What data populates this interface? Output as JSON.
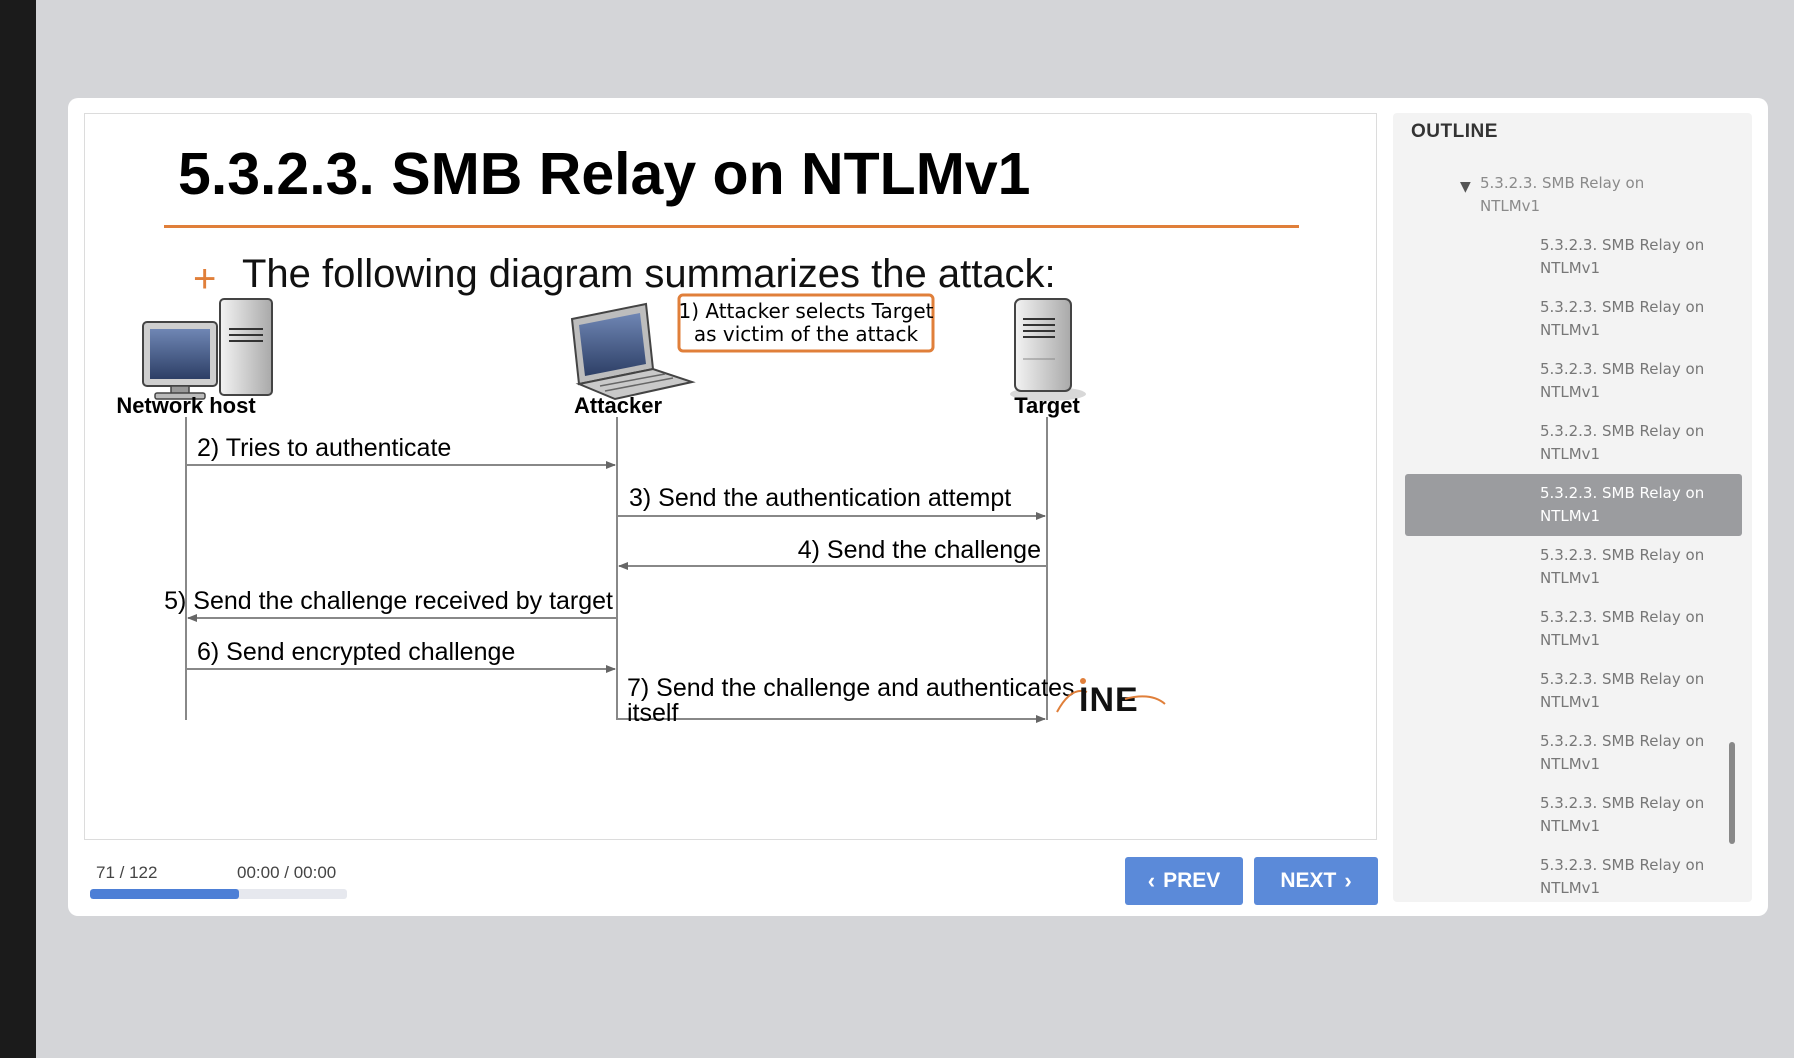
{
  "slide": {
    "title": "5.3.2.3. SMB Relay on NTLMv1",
    "bullet_marker": "+",
    "bullet": "The following diagram summarizes the attack:",
    "actors": {
      "network_host": "Network host",
      "attacker": "Attacker",
      "target": "Target"
    },
    "callout": [
      "1) Attacker selects Target",
      "as victim of the attack"
    ],
    "messages": {
      "m2": "2) Tries to authenticate",
      "m3": "3) Send the authentication attempt",
      "m4": "4) Send the challenge",
      "m5": "5) Send the challenge received by target",
      "m6": "6) Send encrypted challenge",
      "m7_line1": "7) Send the challenge and authenticates",
      "m7_line2": "itself"
    },
    "logo_text": "INE"
  },
  "player": {
    "counter": "71 / 122",
    "time": "00:00 / 00:00",
    "progress_fraction": 0.58,
    "prev_label": "PREV",
    "next_label": "NEXT"
  },
  "outline": {
    "header": "OUTLINE",
    "parent": [
      "5.3.2.3. SMB Relay on",
      "NTLMv1"
    ],
    "items": [
      [
        "5.3.2.3. SMB Relay on",
        "NTLMv1"
      ],
      [
        "5.3.2.3. SMB Relay on",
        "NTLMv1"
      ],
      [
        "5.3.2.3. SMB Relay on",
        "NTLMv1"
      ],
      [
        "5.3.2.3. SMB Relay on",
        "NTLMv1"
      ],
      [
        "5.3.2.3. SMB Relay on",
        "NTLMv1"
      ],
      [
        "5.3.2.3. SMB Relay on",
        "NTLMv1"
      ],
      [
        "5.3.2.3. SMB Relay on",
        "NTLMv1"
      ],
      [
        "5.3.2.3. SMB Relay on",
        "NTLMv1"
      ],
      [
        "5.3.2.3. SMB Relay on",
        "NTLMv1"
      ],
      [
        "5.3.2.3. SMB Relay on",
        "NTLMv1"
      ],
      [
        "5.3.2.3. SMB Relay on",
        "NTLMv1"
      ]
    ],
    "active_index": 4
  },
  "colors": {
    "accent_orange": "#e07f3a",
    "button_blue": "#5b8ad9",
    "active_item_gray": "#9b9c9f"
  }
}
